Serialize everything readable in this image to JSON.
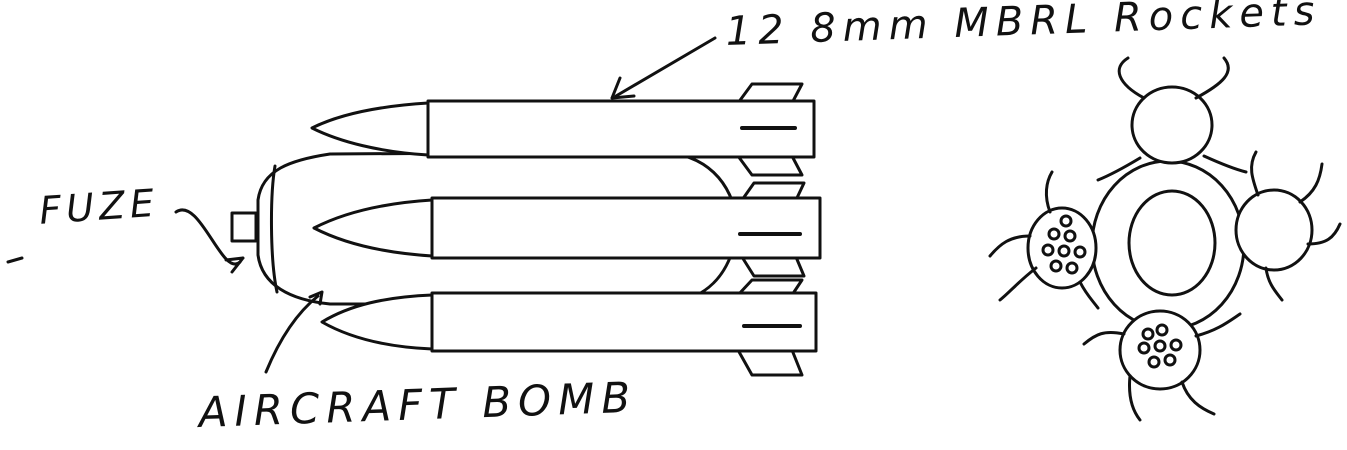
{
  "labels": {
    "rockets": "12 8mm MBRL Rockets",
    "fuze": "FUZE",
    "bomb": "AIRCRAFT BOMB"
  },
  "colors": {
    "ink": "#111111",
    "paper": "#ffffff"
  }
}
